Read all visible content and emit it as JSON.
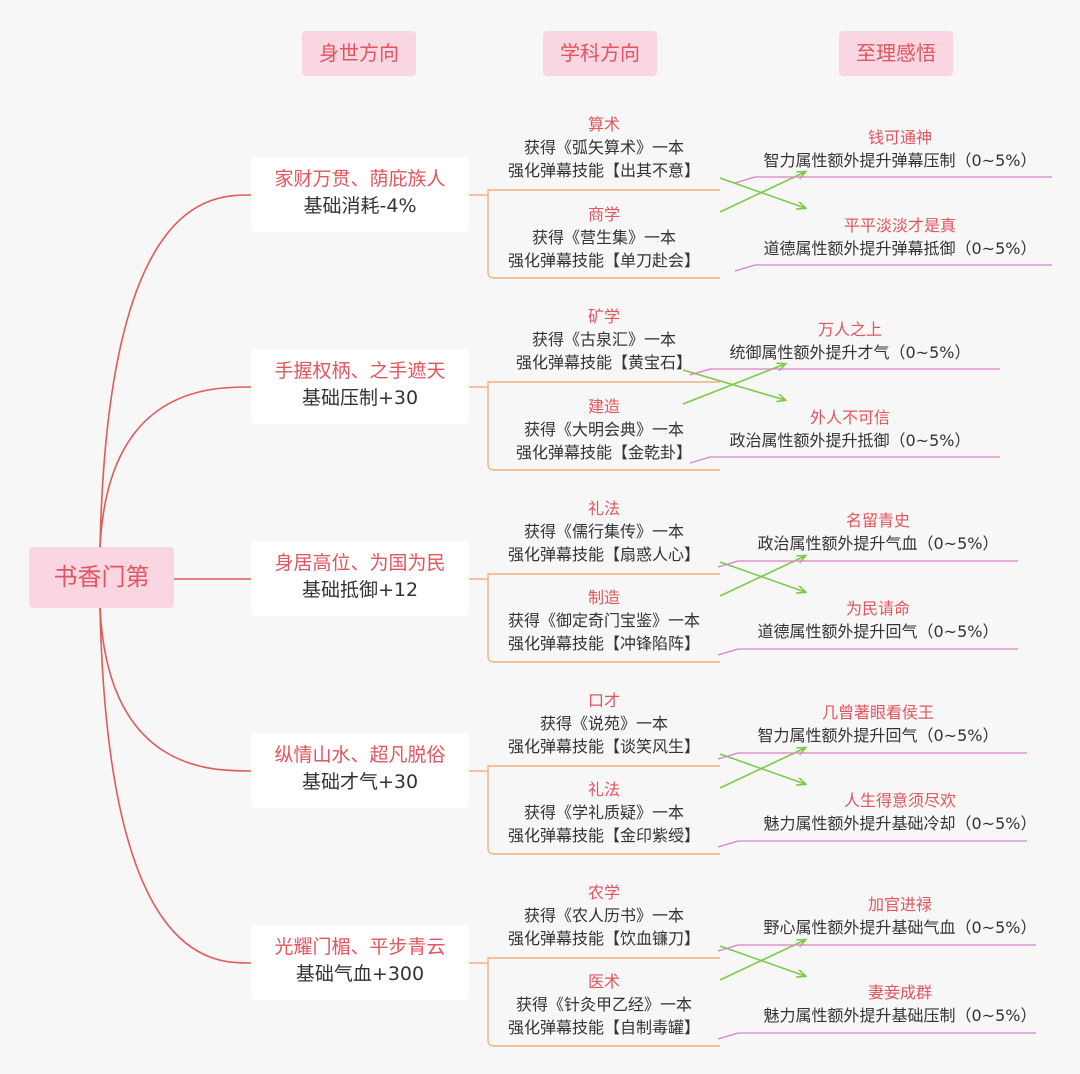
{
  "headers": {
    "col1": "身世方向",
    "col2": "学科方向",
    "col3": "至理感悟"
  },
  "root": "书香门第",
  "branches": [
    {
      "title": "家财万贯、荫庇族人",
      "stat": "基础消耗-4%",
      "subjects": [
        {
          "name": "算术",
          "line1": "获得《弧矢算术》一本",
          "line2": "强化弹幕技能【出其不意】"
        },
        {
          "name": "商学",
          "line1": "获得《营生集》一本",
          "line2": "强化弹幕技能【单刀赴会】"
        }
      ],
      "perks": [
        {
          "name": "钱可通神",
          "desc": "智力属性额外提升弹幕压制（0~5%）"
        },
        {
          "name": "平平淡淡才是真",
          "desc": "道德属性额外提升弹幕抵御（0~5%）"
        }
      ]
    },
    {
      "title": "手握权柄、之手遮天",
      "stat": "基础压制+30",
      "subjects": [
        {
          "name": "矿学",
          "line1": "获得《古泉汇》一本",
          "line2": "强化弹幕技能【黄宝石】"
        },
        {
          "name": "建造",
          "line1": "获得《大明会典》一本",
          "line2": "强化弹幕技能【金乾卦】"
        }
      ],
      "perks": [
        {
          "name": "万人之上",
          "desc": "统御属性额外提升才气（0~5%）"
        },
        {
          "name": "外人不可信",
          "desc": "政治属性额外提升抵御（0~5%）"
        }
      ]
    },
    {
      "title": "身居高位、为国为民",
      "stat": "基础抵御+12",
      "subjects": [
        {
          "name": "礼法",
          "line1": "获得《儒行集传》一本",
          "line2": "强化弹幕技能【扇惑人心】"
        },
        {
          "name": "制造",
          "line1": "获得《御定奇门宝鉴》一本",
          "line2": "强化弹幕技能【冲锋陷阵】"
        }
      ],
      "perks": [
        {
          "name": "名留青史",
          "desc": "政治属性额外提升气血（0~5%）"
        },
        {
          "name": "为民请命",
          "desc": "道德属性额外提升回气（0~5%）"
        }
      ]
    },
    {
      "title": "纵情山水、超凡脱俗",
      "stat": "基础才气+30",
      "subjects": [
        {
          "name": "口才",
          "line1": "获得《说苑》一本",
          "line2": "强化弹幕技能【谈笑风生】"
        },
        {
          "name": "礼法",
          "line1": "获得《学礼质疑》一本",
          "line2": "强化弹幕技能【金印紫绶】"
        }
      ],
      "perks": [
        {
          "name": "几曾著眼看侯王",
          "desc": "智力属性额外提升回气（0~5%）"
        },
        {
          "name": "人生得意须尽欢",
          "desc": "魅力属性额外提升基础冷却（0~5%）"
        }
      ]
    },
    {
      "title": "光耀门楣、平步青云",
      "stat": "基础气血+300",
      "subjects": [
        {
          "name": "农学",
          "line1": "获得《农人历书》一本",
          "line2": "强化弹幕技能【饮血镰刀】"
        },
        {
          "name": "医术",
          "line1": "获得《针灸甲乙经》一本",
          "line2": "强化弹幕技能【自制毒罐】"
        }
      ],
      "perks": [
        {
          "name": "加官进禄",
          "desc": "野心属性额外提升基础气血（0~5%）"
        },
        {
          "name": "妻妾成群",
          "desc": "魅力属性额外提升基础压制（0~5%）"
        }
      ]
    }
  ],
  "colors": {
    "background": "#f7f7f7",
    "accent_text": "#e2555e",
    "header_fill": "#f9d6e1",
    "root_connector": "#e05a5a",
    "subject_connector": "#f0b27a",
    "perk_underline": "#de7ec2",
    "cross_arrow": "#7ccb4a"
  }
}
